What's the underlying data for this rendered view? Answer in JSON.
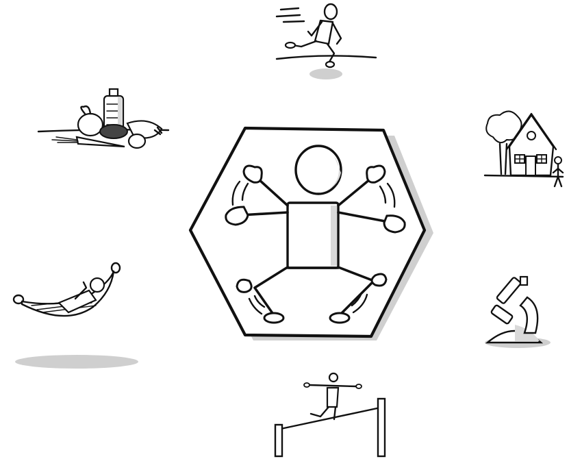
{
  "scene": {
    "background_color": "#ffffff",
    "ink_color": "#111111",
    "shadow_color": "#cfcfcf",
    "items": [
      {
        "name": "center-hexagon",
        "icon": "star-jump-figure-icon"
      },
      {
        "name": "runner",
        "icon": "running-figure-icon"
      },
      {
        "name": "groceries",
        "icon": "healthy-food-icon"
      },
      {
        "name": "house",
        "icon": "house-icon"
      },
      {
        "name": "hammock",
        "icon": "hammock-rest-icon"
      },
      {
        "name": "microscope",
        "icon": "microscope-icon"
      },
      {
        "name": "balance",
        "icon": "balance-beam-figure-icon"
      }
    ]
  }
}
